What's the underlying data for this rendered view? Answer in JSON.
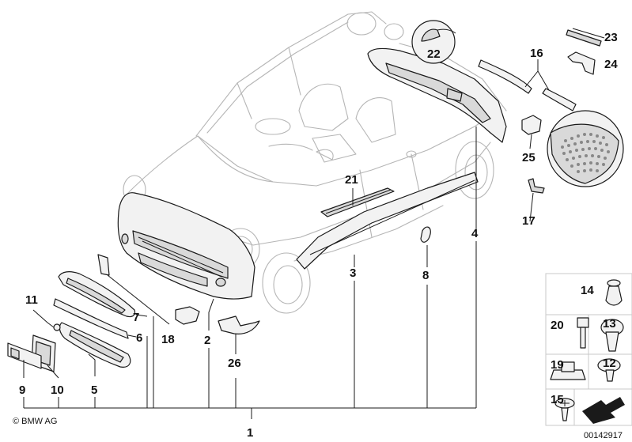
{
  "diagram": {
    "callouts": {
      "p1": "1",
      "p2": "2",
      "p3": "3",
      "p4": "4",
      "p5": "5",
      "p6": "6",
      "p7": "7",
      "p8": "8",
      "p9": "9",
      "p10": "10",
      "p11": "11",
      "p12": "12",
      "p13": "13",
      "p14": "14",
      "p15": "15",
      "p16": "16",
      "p17": "17",
      "p18": "18",
      "p19": "19",
      "p20": "20",
      "p21": "21",
      "p22": "22",
      "p23": "23",
      "p24": "24",
      "p25": "25",
      "p26": "26"
    },
    "copyright": "© BMW AG",
    "image_number": "00142917"
  }
}
